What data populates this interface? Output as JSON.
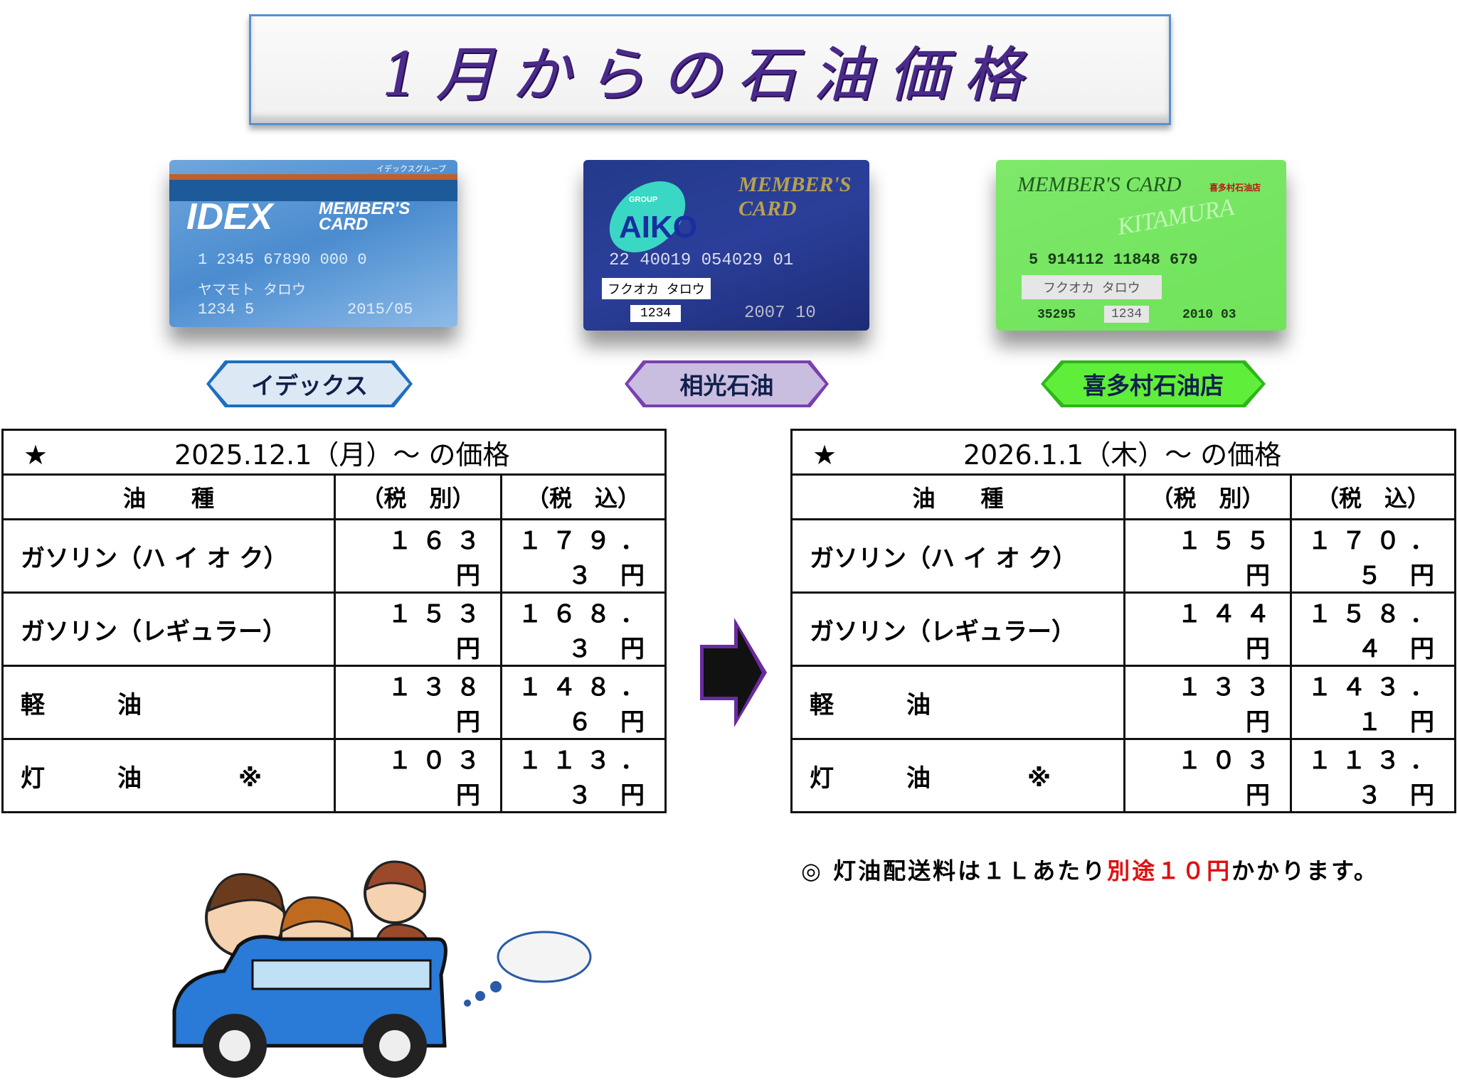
{
  "title": "1月からの石油価格",
  "cards": [
    {
      "brand": "IDEX",
      "card_text": "MEMBER'S CARD",
      "group": "イデックスグループ",
      "number": "1 2345 67890 000 0",
      "holder": "ヤマモト タロウ",
      "code": "1234 5",
      "expiry": "2015/05",
      "label": "イデックス",
      "color": "#dde8f5",
      "border": "#1e6fc0"
    },
    {
      "brand": "AIKO",
      "card_text": "MEMBER'S CARD",
      "group": "GROUP",
      "number": "22 40019 054029 01",
      "holder": "フクオカ タロウ",
      "code": "1234",
      "expiry": "2007 10",
      "label": "相光石油",
      "color": "#c9bde0",
      "border": "#7a3fb0"
    },
    {
      "brand": "喜多村石油店",
      "card_text": "MEMBER'S CARD",
      "group": "KITAMURA",
      "number": "5 914112 11848 679",
      "holder": "フクオカ タロウ",
      "code": "35295",
      "pin": "1234",
      "expiry": "2010 03",
      "label": "喜多村石油店",
      "color": "#5fee3a",
      "border": "#2fb51a"
    }
  ],
  "tables": [
    {
      "star": "★",
      "heading": "2025.12.1（月）～ の価格",
      "headers": [
        "油　　種",
        "（税　別）",
        "（税　込）"
      ],
      "rows": [
        [
          "ガソリン（ハ イ オ ク）",
          "１６３ 円",
          "１７９．３ 円"
        ],
        [
          "ガソリン（レギュラー）",
          "１５３ 円",
          "１６８．３ 円"
        ],
        [
          "軽　　　油",
          "１３８ 円",
          "１４８．６ 円"
        ],
        [
          "灯　　　油　　　　※",
          "１０３ 円",
          "１１３．３ 円"
        ]
      ]
    },
    {
      "star": "★",
      "heading": "2026.1.1（木）～ の価格",
      "headers": [
        "油　　種",
        "（税　別）",
        "（税　込）"
      ],
      "rows": [
        [
          "ガソリン（ハ イ オ ク）",
          "１５５ 円",
          "１７０．５ 円"
        ],
        [
          "ガソリン（レギュラー）",
          "１４４ 円",
          "１５８．４ 円"
        ],
        [
          "軽　　　油",
          "１３３ 円",
          "１４３．１ 円"
        ],
        [
          "灯　　　油　　　　※",
          "１０３ 円",
          "１１３．３ 円"
        ]
      ]
    }
  ],
  "note": {
    "prefix": "◎ 灯油配送料は１Ｌあたり",
    "highlight": "別途１０円",
    "suffix": "かかります。",
    "highlight_color": "#e01010"
  },
  "icons": {
    "arrow": "arrow-right-icon",
    "illustration": "family-car-illustration",
    "cloud": "thought-cloud-icon"
  }
}
